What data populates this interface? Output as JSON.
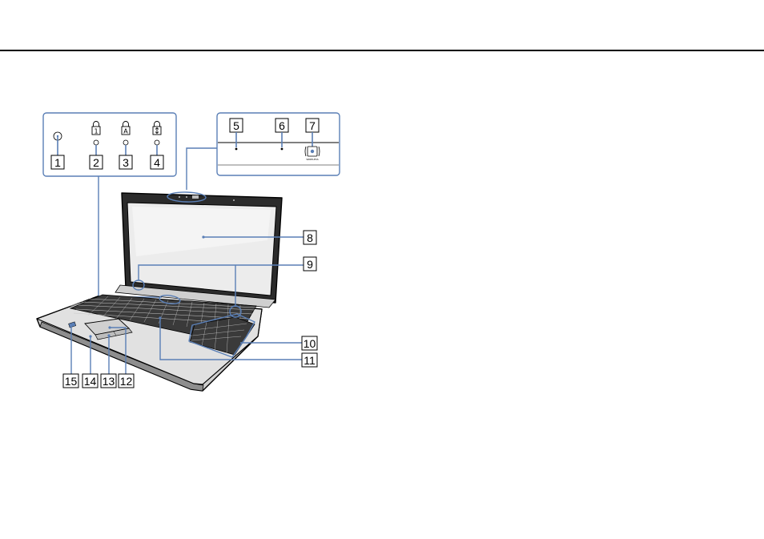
{
  "colors": {
    "ink": "#000000",
    "background": "#ffffff",
    "laptop_body": "#d9d9d9",
    "screen": "#e9e9e9",
    "keys": "#3a3a3a",
    "callout_line": "#5a7fb6"
  },
  "icons": {
    "indicator_2": "num-lock-icon",
    "indicator_3": "caps-lock-icon",
    "indicator_4": "scroll-lock-icon",
    "switch_7": "wireless-switch-icon"
  },
  "labels": {
    "n1": "1",
    "n2": "2",
    "n3": "3",
    "n4": "4",
    "n5": "5",
    "n6": "6",
    "n7": "7",
    "n8": "8",
    "n9": "9",
    "n10": "10",
    "n11": "11",
    "n12": "12",
    "n13": "13",
    "n14": "14",
    "n15": "15"
  },
  "switch_text": "WIRELESS"
}
